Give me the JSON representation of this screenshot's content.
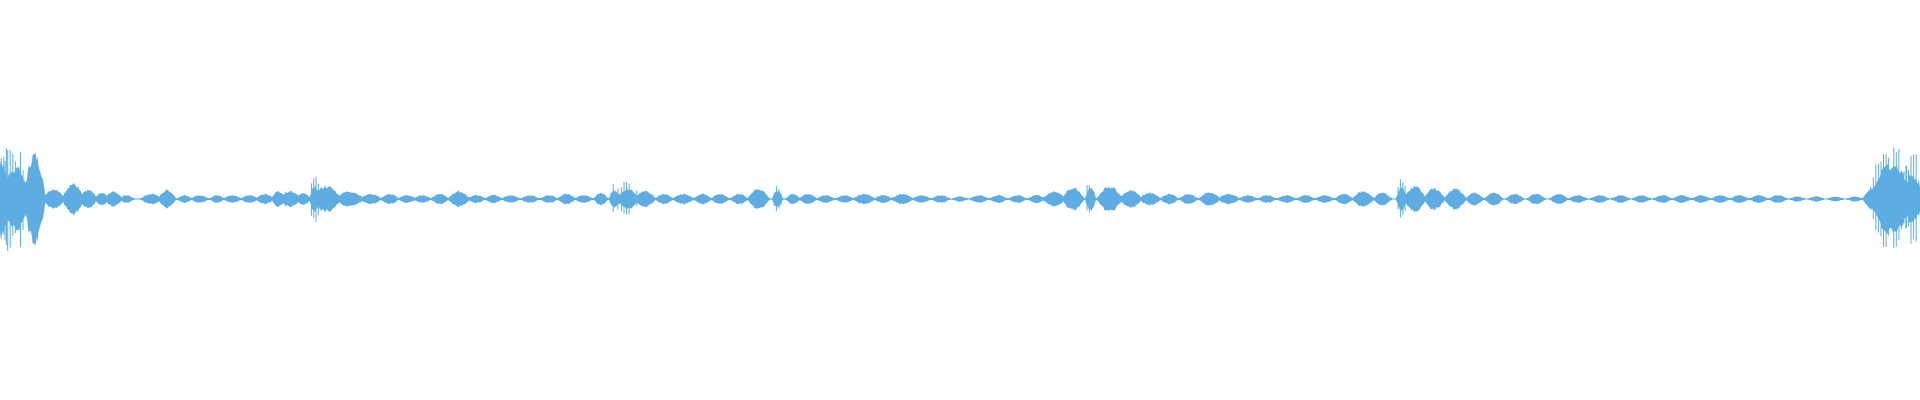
{
  "waveform": {
    "color": "#5dade2",
    "background": "#ffffff",
    "bursts": [
      {
        "t": 0.0,
        "a": 0.55,
        "w": 0.006,
        "k": "spike"
      },
      {
        "t": 0.008,
        "a": 0.45,
        "w": 0.008,
        "k": "spike"
      },
      {
        "t": 0.018,
        "a": 0.35,
        "w": 0.006,
        "k": "blob"
      },
      {
        "t": 0.028,
        "a": 0.08,
        "w": 0.006,
        "k": "blob"
      },
      {
        "t": 0.038,
        "a": 0.12,
        "w": 0.006,
        "k": "blob"
      },
      {
        "t": 0.046,
        "a": 0.07,
        "w": 0.005,
        "k": "blob"
      },
      {
        "t": 0.053,
        "a": 0.05,
        "w": 0.004,
        "k": "blob"
      },
      {
        "t": 0.059,
        "a": 0.06,
        "w": 0.005,
        "k": "blob"
      },
      {
        "t": 0.066,
        "a": 0.03,
        "w": 0.004,
        "k": "blob"
      },
      {
        "t": 0.079,
        "a": 0.04,
        "w": 0.006,
        "k": "blob"
      },
      {
        "t": 0.087,
        "a": 0.07,
        "w": 0.005,
        "k": "blob"
      },
      {
        "t": 0.096,
        "a": 0.03,
        "w": 0.004,
        "k": "blob"
      },
      {
        "t": 0.104,
        "a": 0.03,
        "w": 0.005,
        "k": "blob"
      },
      {
        "t": 0.113,
        "a": 0.03,
        "w": 0.004,
        "k": "blob"
      },
      {
        "t": 0.121,
        "a": 0.03,
        "w": 0.005,
        "k": "blob"
      },
      {
        "t": 0.13,
        "a": 0.03,
        "w": 0.005,
        "k": "blob"
      },
      {
        "t": 0.138,
        "a": 0.04,
        "w": 0.005,
        "k": "blob"
      },
      {
        "t": 0.145,
        "a": 0.06,
        "w": 0.004,
        "k": "blob"
      },
      {
        "t": 0.151,
        "a": 0.06,
        "w": 0.006,
        "k": "blob"
      },
      {
        "t": 0.158,
        "a": 0.05,
        "w": 0.004,
        "k": "blob"
      },
      {
        "t": 0.164,
        "a": 0.18,
        "w": 0.003,
        "k": "spike"
      },
      {
        "t": 0.17,
        "a": 0.1,
        "w": 0.008,
        "k": "blob"
      },
      {
        "t": 0.182,
        "a": 0.06,
        "w": 0.008,
        "k": "blob"
      },
      {
        "t": 0.193,
        "a": 0.04,
        "w": 0.006,
        "k": "blob"
      },
      {
        "t": 0.203,
        "a": 0.04,
        "w": 0.005,
        "k": "blob"
      },
      {
        "t": 0.212,
        "a": 0.03,
        "w": 0.005,
        "k": "blob"
      },
      {
        "t": 0.22,
        "a": 0.03,
        "w": 0.005,
        "k": "blob"
      },
      {
        "t": 0.229,
        "a": 0.04,
        "w": 0.005,
        "k": "blob"
      },
      {
        "t": 0.239,
        "a": 0.06,
        "w": 0.006,
        "k": "blob"
      },
      {
        "t": 0.248,
        "a": 0.03,
        "w": 0.005,
        "k": "blob"
      },
      {
        "t": 0.257,
        "a": 0.03,
        "w": 0.005,
        "k": "blob"
      },
      {
        "t": 0.266,
        "a": 0.03,
        "w": 0.005,
        "k": "blob"
      },
      {
        "t": 0.276,
        "a": 0.03,
        "w": 0.005,
        "k": "blob"
      },
      {
        "t": 0.286,
        "a": 0.03,
        "w": 0.005,
        "k": "blob"
      },
      {
        "t": 0.295,
        "a": 0.04,
        "w": 0.005,
        "k": "blob"
      },
      {
        "t": 0.304,
        "a": 0.03,
        "w": 0.005,
        "k": "blob"
      },
      {
        "t": 0.313,
        "a": 0.05,
        "w": 0.004,
        "k": "blob"
      },
      {
        "t": 0.32,
        "a": 0.12,
        "w": 0.003,
        "k": "spike"
      },
      {
        "t": 0.327,
        "a": 0.14,
        "w": 0.006,
        "k": "spike"
      },
      {
        "t": 0.336,
        "a": 0.06,
        "w": 0.006,
        "k": "blob"
      },
      {
        "t": 0.346,
        "a": 0.04,
        "w": 0.005,
        "k": "blob"
      },
      {
        "t": 0.356,
        "a": 0.04,
        "w": 0.006,
        "k": "blob"
      },
      {
        "t": 0.366,
        "a": 0.04,
        "w": 0.005,
        "k": "blob"
      },
      {
        "t": 0.375,
        "a": 0.04,
        "w": 0.005,
        "k": "blob"
      },
      {
        "t": 0.385,
        "a": 0.04,
        "w": 0.005,
        "k": "blob"
      },
      {
        "t": 0.395,
        "a": 0.08,
        "w": 0.006,
        "k": "blob"
      },
      {
        "t": 0.405,
        "a": 0.12,
        "w": 0.003,
        "k": "spike"
      },
      {
        "t": 0.413,
        "a": 0.04,
        "w": 0.004,
        "k": "blob"
      },
      {
        "t": 0.421,
        "a": 0.04,
        "w": 0.005,
        "k": "blob"
      },
      {
        "t": 0.43,
        "a": 0.03,
        "w": 0.005,
        "k": "blob"
      },
      {
        "t": 0.44,
        "a": 0.03,
        "w": 0.005,
        "k": "blob"
      },
      {
        "t": 0.45,
        "a": 0.04,
        "w": 0.006,
        "k": "blob"
      },
      {
        "t": 0.46,
        "a": 0.03,
        "w": 0.005,
        "k": "blob"
      },
      {
        "t": 0.47,
        "a": 0.04,
        "w": 0.006,
        "k": "blob"
      },
      {
        "t": 0.48,
        "a": 0.03,
        "w": 0.005,
        "k": "blob"
      },
      {
        "t": 0.49,
        "a": 0.03,
        "w": 0.005,
        "k": "blob"
      },
      {
        "t": 0.5,
        "a": 0.02,
        "w": 0.004,
        "k": "blob"
      },
      {
        "t": 0.51,
        "a": 0.03,
        "w": 0.005,
        "k": "blob"
      },
      {
        "t": 0.52,
        "a": 0.03,
        "w": 0.005,
        "k": "blob"
      },
      {
        "t": 0.53,
        "a": 0.03,
        "w": 0.005,
        "k": "blob"
      },
      {
        "t": 0.54,
        "a": 0.03,
        "w": 0.005,
        "k": "blob"
      },
      {
        "t": 0.549,
        "a": 0.06,
        "w": 0.006,
        "k": "blob"
      },
      {
        "t": 0.559,
        "a": 0.09,
        "w": 0.006,
        "k": "blob"
      },
      {
        "t": 0.568,
        "a": 0.16,
        "w": 0.003,
        "k": "spike"
      },
      {
        "t": 0.578,
        "a": 0.1,
        "w": 0.007,
        "k": "blob"
      },
      {
        "t": 0.589,
        "a": 0.07,
        "w": 0.006,
        "k": "blob"
      },
      {
        "t": 0.599,
        "a": 0.05,
        "w": 0.006,
        "k": "blob"
      },
      {
        "t": 0.609,
        "a": 0.04,
        "w": 0.005,
        "k": "blob"
      },
      {
        "t": 0.619,
        "a": 0.04,
        "w": 0.005,
        "k": "blob"
      },
      {
        "t": 0.63,
        "a": 0.05,
        "w": 0.006,
        "k": "blob"
      },
      {
        "t": 0.64,
        "a": 0.04,
        "w": 0.006,
        "k": "blob"
      },
      {
        "t": 0.65,
        "a": 0.03,
        "w": 0.005,
        "k": "blob"
      },
      {
        "t": 0.66,
        "a": 0.03,
        "w": 0.005,
        "k": "blob"
      },
      {
        "t": 0.67,
        "a": 0.03,
        "w": 0.005,
        "k": "blob"
      },
      {
        "t": 0.68,
        "a": 0.03,
        "w": 0.005,
        "k": "blob"
      },
      {
        "t": 0.69,
        "a": 0.03,
        "w": 0.005,
        "k": "blob"
      },
      {
        "t": 0.7,
        "a": 0.04,
        "w": 0.005,
        "k": "blob"
      },
      {
        "t": 0.71,
        "a": 0.06,
        "w": 0.006,
        "k": "blob"
      },
      {
        "t": 0.72,
        "a": 0.05,
        "w": 0.005,
        "k": "blob"
      },
      {
        "t": 0.73,
        "a": 0.16,
        "w": 0.003,
        "k": "spike"
      },
      {
        "t": 0.737,
        "a": 0.1,
        "w": 0.006,
        "k": "blob"
      },
      {
        "t": 0.747,
        "a": 0.08,
        "w": 0.006,
        "k": "blob"
      },
      {
        "t": 0.758,
        "a": 0.08,
        "w": 0.006,
        "k": "blob"
      },
      {
        "t": 0.768,
        "a": 0.05,
        "w": 0.005,
        "k": "blob"
      },
      {
        "t": 0.778,
        "a": 0.05,
        "w": 0.005,
        "k": "blob"
      },
      {
        "t": 0.789,
        "a": 0.04,
        "w": 0.005,
        "k": "blob"
      },
      {
        "t": 0.8,
        "a": 0.04,
        "w": 0.005,
        "k": "blob"
      },
      {
        "t": 0.812,
        "a": 0.04,
        "w": 0.005,
        "k": "blob"
      },
      {
        "t": 0.822,
        "a": 0.03,
        "w": 0.005,
        "k": "blob"
      },
      {
        "t": 0.833,
        "a": 0.03,
        "w": 0.005,
        "k": "blob"
      },
      {
        "t": 0.844,
        "a": 0.03,
        "w": 0.005,
        "k": "blob"
      },
      {
        "t": 0.855,
        "a": 0.03,
        "w": 0.005,
        "k": "blob"
      },
      {
        "t": 0.866,
        "a": 0.03,
        "w": 0.005,
        "k": "blob"
      },
      {
        "t": 0.876,
        "a": 0.03,
        "w": 0.005,
        "k": "blob"
      },
      {
        "t": 0.886,
        "a": 0.03,
        "w": 0.005,
        "k": "blob"
      },
      {
        "t": 0.896,
        "a": 0.03,
        "w": 0.005,
        "k": "blob"
      },
      {
        "t": 0.906,
        "a": 0.03,
        "w": 0.005,
        "k": "blob"
      },
      {
        "t": 0.916,
        "a": 0.03,
        "w": 0.005,
        "k": "blob"
      },
      {
        "t": 0.926,
        "a": 0.03,
        "w": 0.005,
        "k": "blob"
      },
      {
        "t": 0.936,
        "a": 0.02,
        "w": 0.004,
        "k": "blob"
      },
      {
        "t": 0.946,
        "a": 0.02,
        "w": 0.004,
        "k": "blob"
      },
      {
        "t": 0.956,
        "a": 0.02,
        "w": 0.004,
        "k": "blob"
      },
      {
        "t": 0.966,
        "a": 0.02,
        "w": 0.004,
        "k": "blob"
      },
      {
        "t": 0.975,
        "a": 0.08,
        "w": 0.005,
        "k": "blob"
      },
      {
        "t": 0.985,
        "a": 0.5,
        "w": 0.012,
        "k": "spike"
      },
      {
        "t": 0.996,
        "a": 0.35,
        "w": 0.006,
        "k": "spike"
      }
    ]
  }
}
